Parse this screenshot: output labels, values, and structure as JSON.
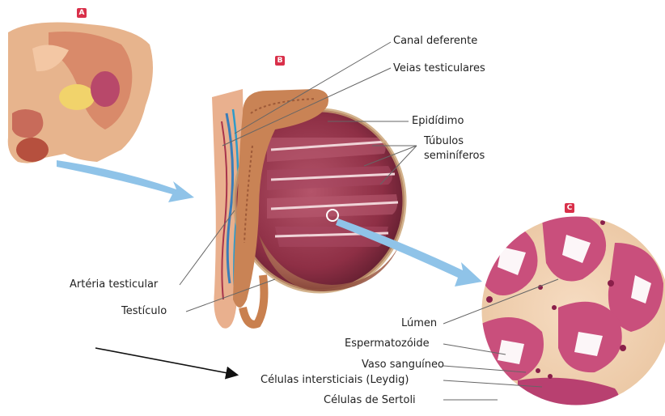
{
  "panels": {
    "a": "A",
    "b": "B",
    "c": "C"
  },
  "labels": {
    "canal_deferente": "Canal deferente",
    "veias_testiculares": "Veias testiculares",
    "epididimo": "Epidídimo",
    "tubulos_line1": "Túbulos",
    "tubulos_line2": "seminíferos",
    "arteria_testicular": "Artéria testicular",
    "testiculo": "Testículo",
    "lumen": "Lúmen",
    "espermatozoide": "Espermatozóide",
    "vaso_sanguineo": "Vaso sanguíneo",
    "celulas_intersticiais": "Células intersticiais (Leydig)",
    "celulas_sertoli": "Células de Sertoli"
  },
  "colors": {
    "flow_arrow": "#8fc3e8",
    "badge": "#d9304a",
    "tissue_pink": "#c94f7c",
    "tissue_light": "#f2d6b8",
    "testis_dark": "#8e2f45"
  }
}
